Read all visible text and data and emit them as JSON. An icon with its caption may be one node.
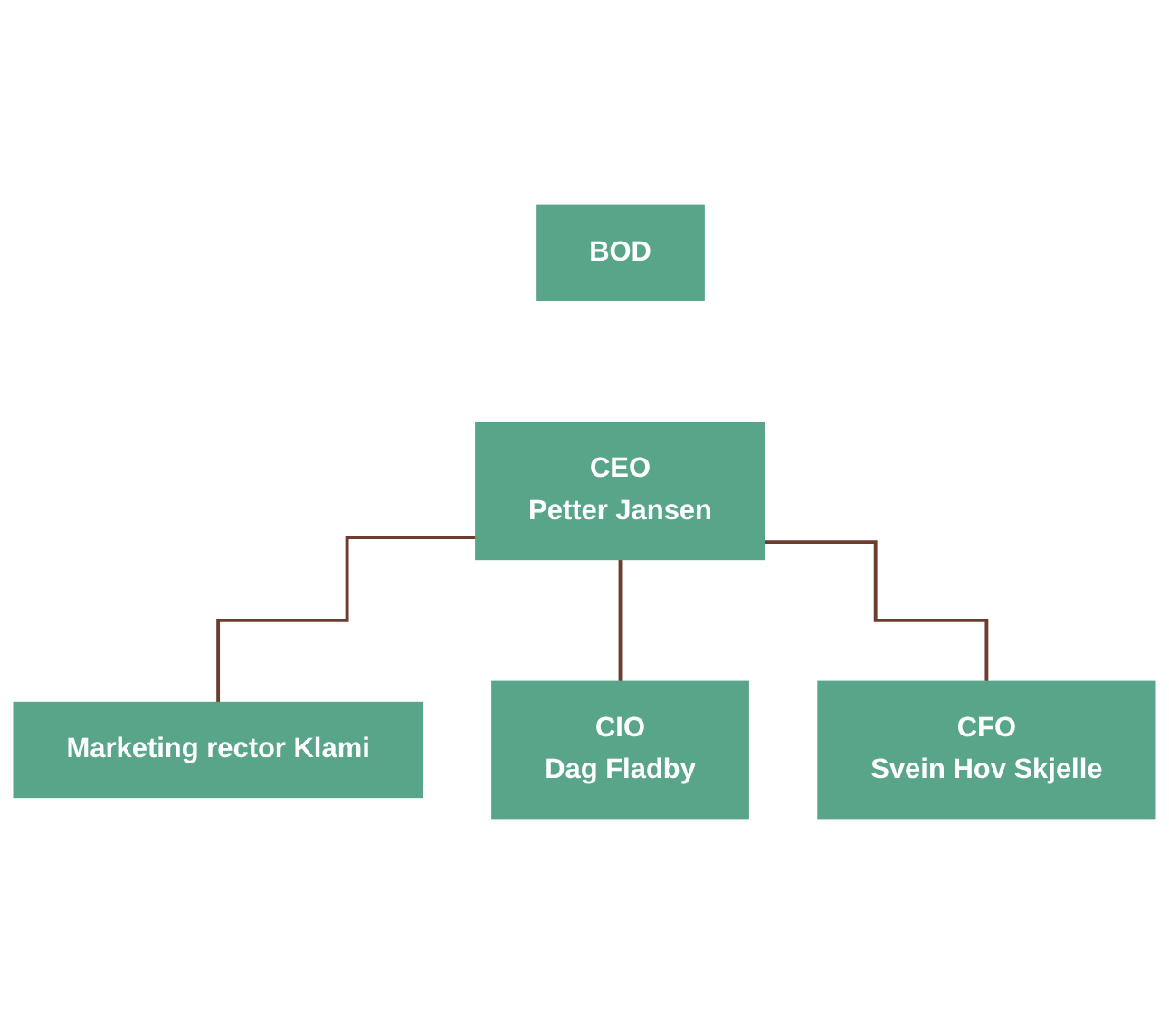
{
  "diagram": {
    "nodes": [
      {
        "text": [
          "BOD"
        ]
      },
      {
        "text": [
          "CEO",
          "Petter Jansen"
        ]
      },
      {
        "text": [
          "Marketing rector Klami"
        ]
      },
      {
        "text": [
          "CIO",
          "Dag Fladby"
        ]
      },
      {
        "text": [
          "CFO",
          "Svein Hov Skjelle"
        ]
      }
    ],
    "edges": [
      {
        "from": 1,
        "to": 2,
        "arrow": "none"
      },
      {
        "from": 1,
        "to": 3,
        "arrow": "none"
      },
      {
        "from": 1,
        "to": 4,
        "arrow": "none"
      }
    ]
  }
}
